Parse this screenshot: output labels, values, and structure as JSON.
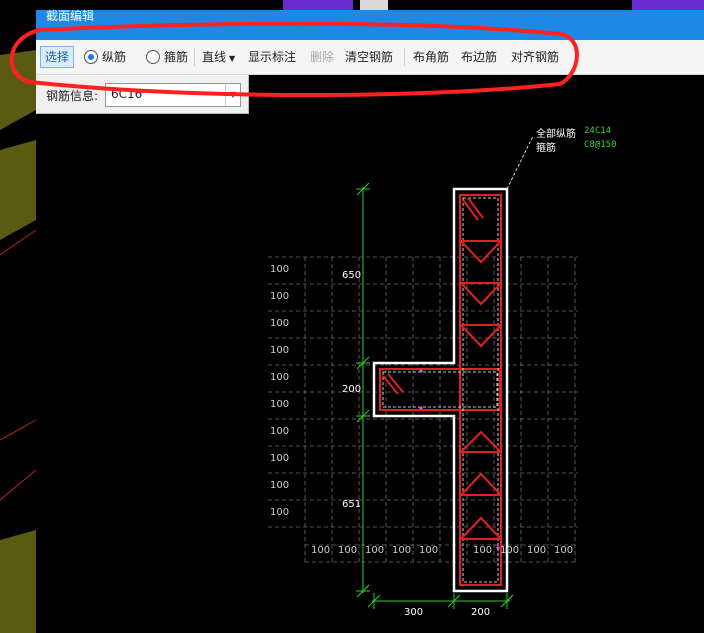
{
  "window": {
    "title": "截面编辑"
  },
  "toolbar": {
    "select": "选择",
    "longitudinal": "纵筋",
    "stirrup": "箍筋",
    "line": "直线",
    "show_dims": "显示标注",
    "delete": "删除",
    "clear": "清空钢筋",
    "corner": "布角筋",
    "edge": "布边筋",
    "align": "对齐钢筋"
  },
  "rebar_info": {
    "label": "钢筋信息:",
    "value": "6C16"
  },
  "section": {
    "all_long_label": "全部纵筋",
    "all_long_value": "24C14",
    "stirrup_label": "箍筋",
    "stirrup_value": "C8@150",
    "grid_label": "100",
    "dims": {
      "top": "650",
      "mid": "200",
      "bottom": "651",
      "left_width": "300",
      "right_width": "200"
    }
  },
  "colors": {
    "titlebar": "#1e88e5",
    "rebar": "#e02020",
    "dim": "#2ecc2e",
    "grid": "#7a7a7a",
    "outline": "#ffffff",
    "annotation": "#ff2020"
  }
}
